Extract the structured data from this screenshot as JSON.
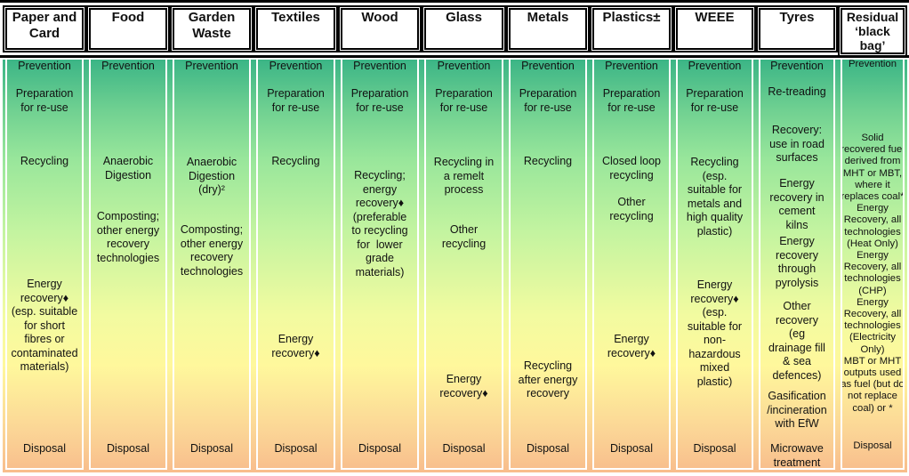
{
  "columns": [
    {
      "header": "Paper and\nCard",
      "items": [
        "Prevention",
        "Preparation\nfor re-use",
        "Recycling",
        "Energy\nrecovery♦\n(esp. suitable\nfor short\nfibres or\ncontaminated\nmaterials)",
        "Disposal"
      ]
    },
    {
      "header": "Food",
      "items": [
        "Prevention",
        "Anaerobic\nDigestion",
        "Composting;\nother energy\nrecovery\ntechnologies",
        "Disposal"
      ]
    },
    {
      "header": "Garden\nWaste",
      "items": [
        "Prevention",
        "Anaerobic\nDigestion\n(dry)²",
        "Composting;\nother energy\nrecovery\ntechnologies",
        "Disposal"
      ]
    },
    {
      "header": "Textiles",
      "items": [
        "Prevention",
        "Preparation\nfor re-use",
        "Recycling",
        "Energy\nrecovery♦",
        "Disposal"
      ]
    },
    {
      "header": "Wood",
      "items": [
        "Prevention",
        "Preparation\nfor re-use",
        "Recycling;\nenergy\nrecovery♦\n(preferable\nto recycling\nfor  lower\ngrade\nmaterials)",
        "Disposal"
      ]
    },
    {
      "header": "Glass",
      "items": [
        "Prevention",
        "Preparation\nfor re-use",
        "Recycling in\na remelt\nprocess",
        "Other\nrecycling",
        "Energy\nrecovery♦",
        "Disposal"
      ]
    },
    {
      "header": "Metals",
      "items": [
        "Prevention",
        "Preparation\nfor re-use",
        "Recycling",
        "Recycling\nafter energy\nrecovery",
        "Disposal"
      ]
    },
    {
      "header": "Plastics±",
      "items": [
        "Prevention",
        "Preparation\nfor re-use",
        "Closed loop\nrecycling",
        "Other\nrecycling",
        "Energy\nrecovery♦",
        "Disposal"
      ]
    },
    {
      "header": "WEEE",
      "items": [
        "Prevention",
        "Preparation\nfor re-use",
        "Recycling\n(esp.\nsuitable for\nmetals and\nhigh quality\nplastic)",
        "Energy\nrecovery♦\n(esp.\nsuitable for\nnon-\nhazardous\nmixed\nplastic)",
        "Disposal"
      ]
    },
    {
      "header": "Tyres",
      "items": [
        "Prevention",
        "Re-treading",
        "Recovery:\nuse in road\nsurfaces",
        "Energy\nrecovery in\ncement\nkilns",
        "Energy\nrecovery\nthrough\npyrolysis",
        "Other\nrecovery\n(eg\ndrainage fill\n& sea\ndefences)",
        "Gasification\n/incineration\nwith EfW",
        "Microwave\ntreatment"
      ]
    },
    {
      "header": "Residual\n‘black\nbag’",
      "items": [
        "Prevention",
        "Solid\nrecovered fuel\nderived from\nMHT or MBT,\nwhere it\nreplaces coal*\nEnergy\nRecovery, all\ntechnologies\n(Heat Only)\nEnergy\nRecovery, all\ntechnologies\n(CHP)\nEnergy\nRecovery, all\ntechnologies\n(Electricity\nOnly)\nMBT or MHT\noutputs used\nas fuel (but do\nnot replace\ncoal) or *",
        "Disposal"
      ]
    }
  ],
  "colors": {
    "top": "#3bb586",
    "middle": "#fff89c",
    "bottom": "#f8bd8c"
  }
}
